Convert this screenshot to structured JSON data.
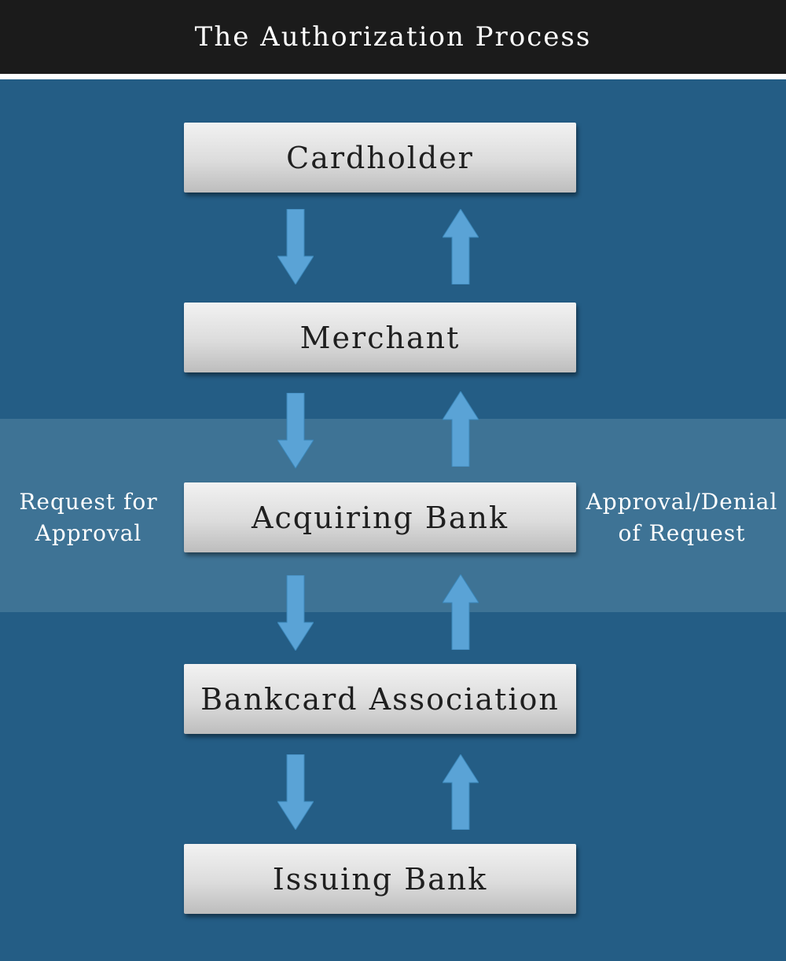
{
  "header": {
    "title": "The Authorization Process"
  },
  "nodes": [
    {
      "label": "Cardholder"
    },
    {
      "label": "Merchant"
    },
    {
      "label": "Acquiring Bank"
    },
    {
      "label": "Bankcard Association"
    },
    {
      "label": "Issuing Bank"
    }
  ],
  "side_labels": {
    "left_line1": "Request for",
    "left_line2": "Approval",
    "right_line1": "Approval/Denial",
    "right_line2": "of Request"
  },
  "colors": {
    "background": "#245d85",
    "band": "#3e7395",
    "header": "#1b1b1b",
    "arrow": "#5aa3d6"
  }
}
